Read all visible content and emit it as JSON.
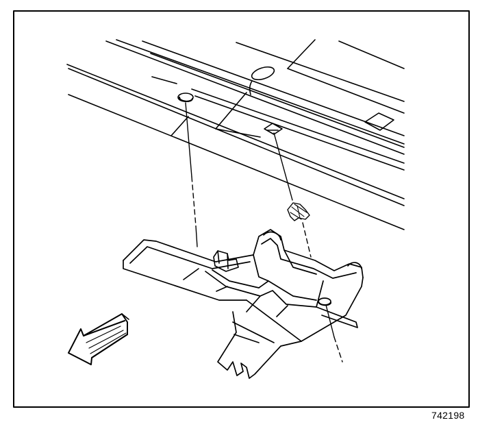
{
  "figure": {
    "id_label": "742198",
    "colors": {
      "ink": "#000000",
      "paper": "#ffffff"
    },
    "parts": [
      "frame",
      "vehicle-floor-panel",
      "floor-hole-left",
      "floor-slot-square",
      "floor-oval-opening",
      "bracket",
      "retaining-clip",
      "fastener-stud",
      "alignment-line-left",
      "alignment-line-right",
      "direction-arrow"
    ]
  }
}
